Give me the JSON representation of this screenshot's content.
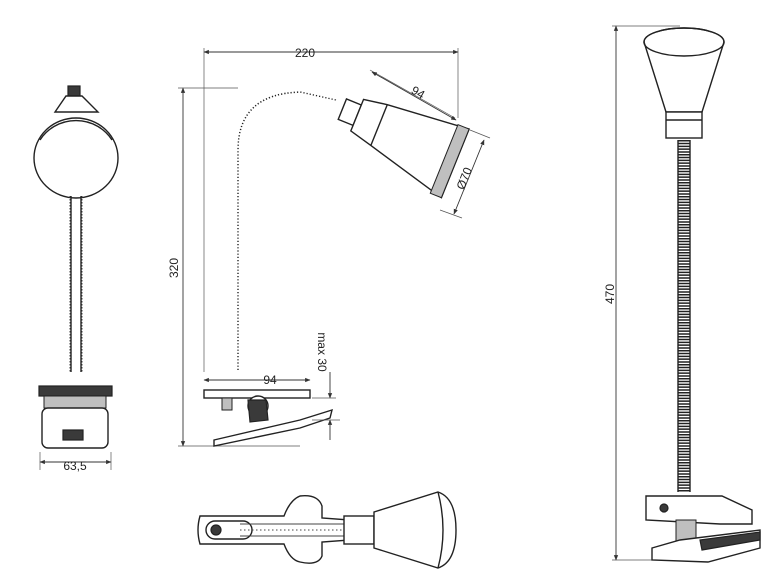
{
  "dimensions": {
    "side_clip_width": "63,5",
    "total_reach": "220",
    "head_length": "94",
    "head_diameter": "Ø70",
    "height_side": "320",
    "clip_length": "94",
    "clip_opening": "max 30",
    "height_front": "470"
  },
  "colors": {
    "line": "#222222",
    "dark_part": "#3a3a3a",
    "mid_part": "#bfbfbf",
    "background": "#ffffff"
  }
}
